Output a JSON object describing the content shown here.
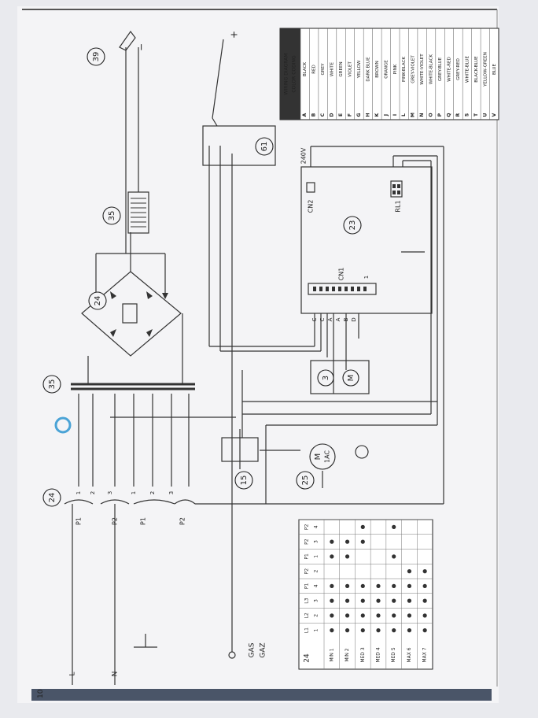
{
  "diagram": {
    "components": {
      "c24_top": "24",
      "c35_top": "35",
      "c24_bridge": "24",
      "c35_choke": "35",
      "c39": "39",
      "c61": "61",
      "c23": "23",
      "c3": "3",
      "c15": "15",
      "c25": "25"
    },
    "pcb": {
      "cn1": "CN1",
      "cn2": "CN2",
      "rl1": "RL1",
      "v240": "240V",
      "pin1": "1",
      "pins": [
        "C",
        "C",
        "A",
        "A",
        "B",
        "D"
      ]
    },
    "motors": {
      "m_dc": "M",
      "m_ac1": "M",
      "m_ac2": "1AC"
    },
    "polarity": {
      "minus": "−",
      "plus": "+"
    },
    "gas": [
      "GAS",
      "GAZ"
    ],
    "page_number": "10",
    "primary_labels": [
      "L",
      "N"
    ],
    "transformer_taps": [
      "1",
      "2",
      "3",
      "1",
      "2",
      "3"
    ],
    "switch_labels": [
      "P1",
      "P2",
      "P1",
      "P2"
    ],
    "color_legend": {
      "title1": "WIRING DIAGRAM",
      "title2": "COLOR CODING",
      "entries": [
        [
          "A",
          "BLACK"
        ],
        [
          "B",
          "RED"
        ],
        [
          "C",
          "GREY"
        ],
        [
          "D",
          "WHITE"
        ],
        [
          "E",
          "GREEN"
        ],
        [
          "F",
          "VIOLET"
        ],
        [
          "G",
          "YELLOW"
        ],
        [
          "H",
          "DARK BLUE"
        ],
        [
          "K",
          "BROWN"
        ],
        [
          "J",
          "ORANGE"
        ],
        [
          "I",
          "PINK"
        ],
        [
          "L",
          "PINK-BLACK"
        ],
        [
          "M",
          "GREY-VIOLET"
        ],
        [
          "N",
          "WHITE-VIOLET"
        ],
        [
          "O",
          "WHITE-BLACK"
        ],
        [
          "P",
          "GREY-BLUE"
        ],
        [
          "Q",
          "WHITE-RED"
        ],
        [
          "R",
          "GREY-RED"
        ],
        [
          "S",
          "WHITE-BLUE"
        ],
        [
          "T",
          "BLACK-BLUE"
        ],
        [
          "U",
          "YELLOW-GREEN"
        ],
        [
          "V",
          "BLUE"
        ]
      ]
    },
    "switch_table": {
      "ref": "24",
      "headers": [
        "L1",
        "L2",
        "L3",
        "P1",
        "P2",
        "P1",
        "P2",
        "P2"
      ],
      "subheaders": [
        "1",
        "2",
        "3",
        "4",
        "2",
        "1",
        "3",
        "4"
      ],
      "rows": [
        {
          "label": "MIN 1",
          "dots": [
            1,
            1,
            1,
            1,
            0,
            1,
            1,
            0
          ]
        },
        {
          "label": "MIN 2",
          "dots": [
            1,
            1,
            1,
            1,
            0,
            1,
            1,
            0
          ]
        },
        {
          "label": "MED 3",
          "dots": [
            1,
            1,
            1,
            1,
            0,
            0,
            1,
            1
          ]
        },
        {
          "label": "MED 4",
          "dots": [
            1,
            1,
            1,
            1,
            0,
            0,
            0,
            0
          ]
        },
        {
          "label": "MED 5",
          "dots": [
            1,
            1,
            1,
            1,
            0,
            1,
            0,
            1
          ]
        },
        {
          "label": "MAX 6",
          "dots": [
            1,
            1,
            1,
            1,
            1,
            0,
            0,
            0
          ]
        },
        {
          "label": "MAX 7",
          "dots": [
            1,
            1,
            1,
            1,
            1,
            0,
            0,
            0
          ]
        }
      ]
    }
  }
}
